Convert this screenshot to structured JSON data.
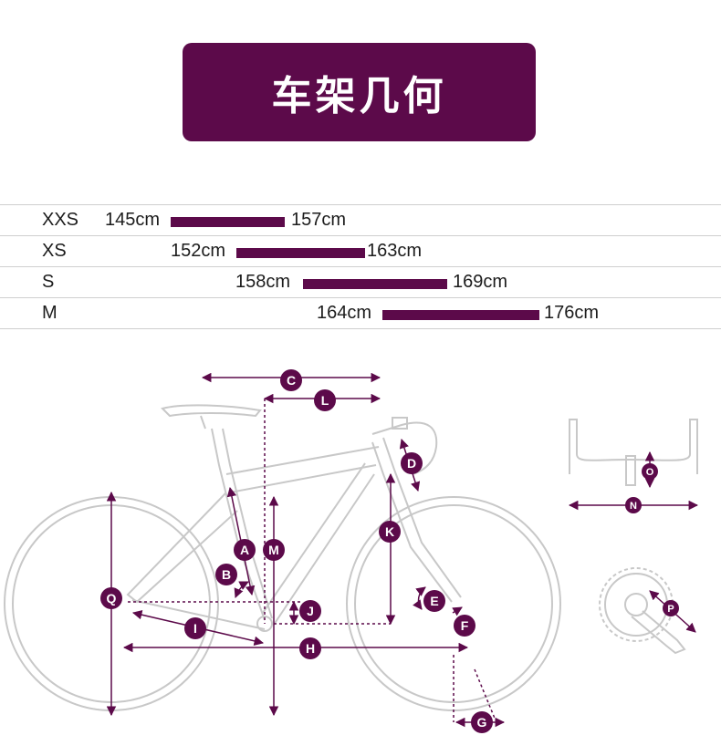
{
  "title": "车架几何",
  "colors": {
    "accent": "#5c0a4a",
    "frame_line": "#c8c8c8",
    "divider": "#cfcfcf"
  },
  "sizes": [
    {
      "label": "XXS",
      "min": "145cm",
      "max": "157cm"
    },
    {
      "label": "XS",
      "min": "152cm",
      "max": "163cm"
    },
    {
      "label": "S",
      "min": "158cm",
      "max": "169cm"
    },
    {
      "label": "M",
      "min": "164cm",
      "max": "176cm"
    }
  ],
  "markers": [
    "A",
    "B",
    "C",
    "D",
    "E",
    "F",
    "G",
    "H",
    "I",
    "J",
    "K",
    "L",
    "M",
    "N",
    "O",
    "P",
    "Q"
  ]
}
